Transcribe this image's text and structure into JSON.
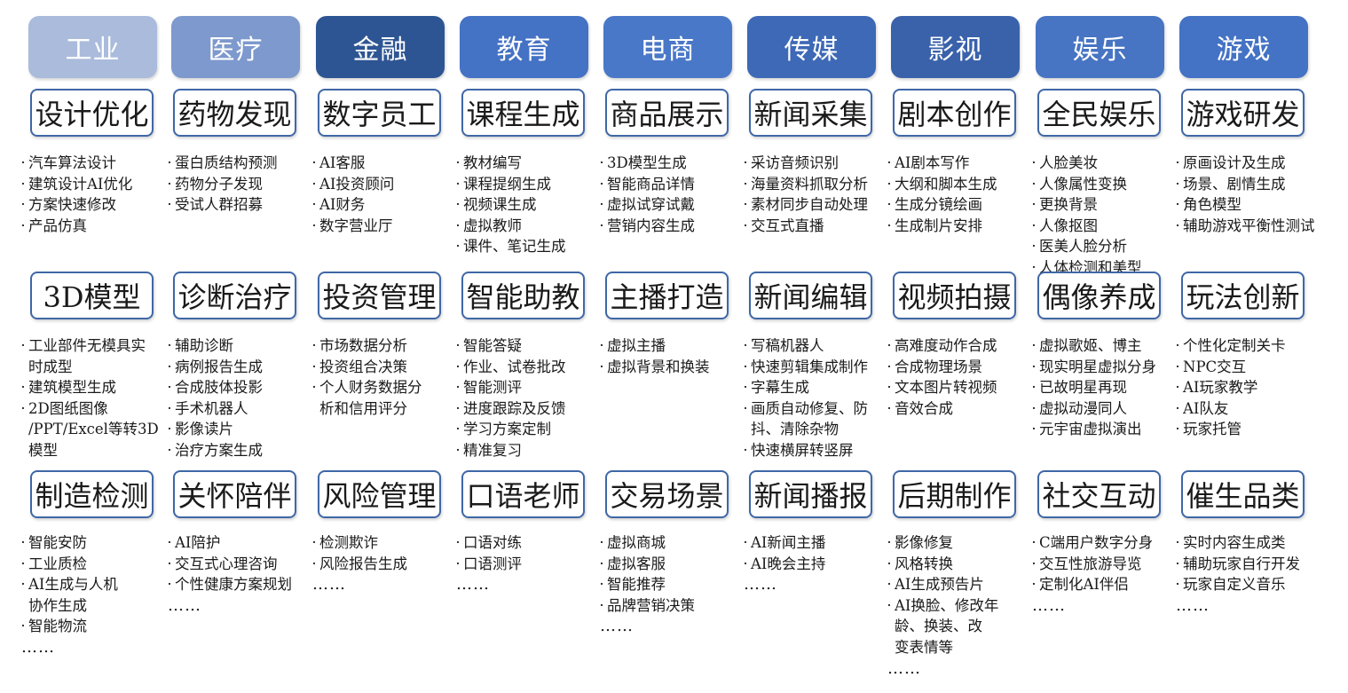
{
  "industries": [
    {
      "header": "工业",
      "color": "#aabbdc",
      "cells": [
        {
          "title": "设计优化",
          "items": [
            "汽车算法设计",
            "建筑设计AI优化",
            "方案快速修改",
            "产品仿真"
          ]
        },
        {
          "title": "3D模型",
          "items": [
            "工业部件无模具实",
            "时成型",
            "建筑模型生成",
            "2D图纸图像",
            "/PPT/Excel等转3D",
            "模型"
          ]
        },
        {
          "title": "制造检测",
          "items": [
            "智能安防",
            "工业质检",
            "AI生成与人机",
            "协作生成",
            "智能物流",
            "……"
          ]
        }
      ]
    },
    {
      "header": "医疗",
      "color": "#7d99cd",
      "cells": [
        {
          "title": "药物发现",
          "items": [
            "蛋白质结构预测",
            "药物分子发现",
            "受试人群招募"
          ]
        },
        {
          "title": "诊断治疗",
          "items": [
            "辅助诊断",
            "病例报告生成",
            "合成肢体投影",
            "手术机器人",
            "影像读片",
            "治疗方案生成"
          ]
        },
        {
          "title": "关怀陪伴",
          "items": [
            "AI陪护",
            "交互式心理咨询",
            "个性健康方案规划",
            "……"
          ]
        }
      ]
    },
    {
      "header": "金融",
      "color": "#2e5593",
      "cells": [
        {
          "title": "数字员工",
          "items": [
            "AI客服",
            "AI投资顾问",
            "AI财务",
            "数字营业厅"
          ]
        },
        {
          "title": "投资管理",
          "items": [
            "市场数据分析",
            "投资组合决策",
            "个人财务数据分",
            "析和信用评分"
          ]
        },
        {
          "title": "风险管理",
          "items": [
            "检测欺诈",
            "风险报告生成",
            "……"
          ]
        }
      ]
    },
    {
      "header": "教育",
      "color": "#4472c4",
      "cells": [
        {
          "title": "课程生成",
          "items": [
            "教材编写",
            "课程提纲生成",
            "视频课生成",
            "虚拟教师",
            "课件、笔记生成"
          ]
        },
        {
          "title": "智能助教",
          "items": [
            "智能答疑",
            "作业、试卷批改",
            "智能测评",
            "进度跟踪及反馈",
            "学习方案定制",
            "精准复习"
          ]
        },
        {
          "title": "口语老师",
          "items": [
            "口语对练",
            "口语测评",
            "……"
          ]
        }
      ]
    },
    {
      "header": "电商",
      "color": "#4a78c8",
      "cells": [
        {
          "title": "商品展示",
          "items": [
            "3D模型生成",
            "智能商品详情",
            "虚拟试穿试戴",
            "营销内容生成"
          ]
        },
        {
          "title": "主播打造",
          "items": [
            "虚拟主播",
            "虚拟背景和换装"
          ]
        },
        {
          "title": "交易场景",
          "items": [
            "虚拟商城",
            "虚拟客服",
            "智能推荐",
            "品牌营销决策",
            "……"
          ]
        }
      ]
    },
    {
      "header": "传媒",
      "color": "#3d69b6",
      "cells": [
        {
          "title": "新闻采集",
          "items": [
            "采访音频识别",
            "海量资料抓取分析",
            "素材同步自动处理",
            "交互式直播"
          ]
        },
        {
          "title": "新闻编辑",
          "items": [
            "写稿机器人",
            "快速剪辑集成制作",
            "字幕生成",
            "画质自动修复、防",
            "抖、清除杂物",
            "快速横屏转竖屏"
          ]
        },
        {
          "title": "新闻播报",
          "items": [
            "AI新闻主播",
            "AI晚会主持",
            "……"
          ]
        }
      ]
    },
    {
      "header": "影视",
      "color": "#3a62ab",
      "cells": [
        {
          "title": "剧本创作",
          "items": [
            "AI剧本写作",
            "大纲和脚本生成",
            "生成分镜绘画",
            "生成制片安排"
          ]
        },
        {
          "title": "视频拍摄",
          "items": [
            "高难度动作合成",
            "合成物理场景",
            "文本图片转视频",
            "音效合成"
          ]
        },
        {
          "title": "后期制作",
          "items": [
            "影像修复",
            "风格转换",
            "AI生成预告片",
            "AI换脸、修改年",
            "龄、换装、改",
            "变表情等",
            "……"
          ]
        }
      ]
    },
    {
      "header": "娱乐",
      "color": "#4774c3",
      "cells": [
        {
          "title": "全民娱乐",
          "items": [
            "人脸美妆",
            "人像属性变换",
            "更换背景",
            "人像抠图",
            "医美人脸分析",
            "人体检测和美型"
          ]
        },
        {
          "title": "偶像养成",
          "items": [
            "虚拟歌姬、博主",
            "现实明星虚拟分身",
            "已故明星再现",
            "虚拟动漫同人",
            "元宇宙虚拟演出"
          ]
        },
        {
          "title": "社交互动",
          "items": [
            "C端用户数字分身",
            "交互性旅游导览",
            "定制化AI伴侣",
            "……"
          ]
        }
      ]
    },
    {
      "header": "游戏",
      "color": "#4472c4",
      "cells": [
        {
          "title": "游戏研发",
          "items": [
            "原画设计及生成",
            "场景、剧情生成",
            "角色模型",
            "辅助游戏平衡性测试"
          ]
        },
        {
          "title": "玩法创新",
          "items": [
            "个性化定制关卡",
            "NPC交互",
            "AI玩家教学",
            "AI队友",
            "玩家托管"
          ]
        },
        {
          "title": "催生品类",
          "items": [
            "实时内容生成类",
            "辅助玩家自行开发",
            "玩家自定义音乐",
            "……"
          ]
        }
      ]
    }
  ]
}
